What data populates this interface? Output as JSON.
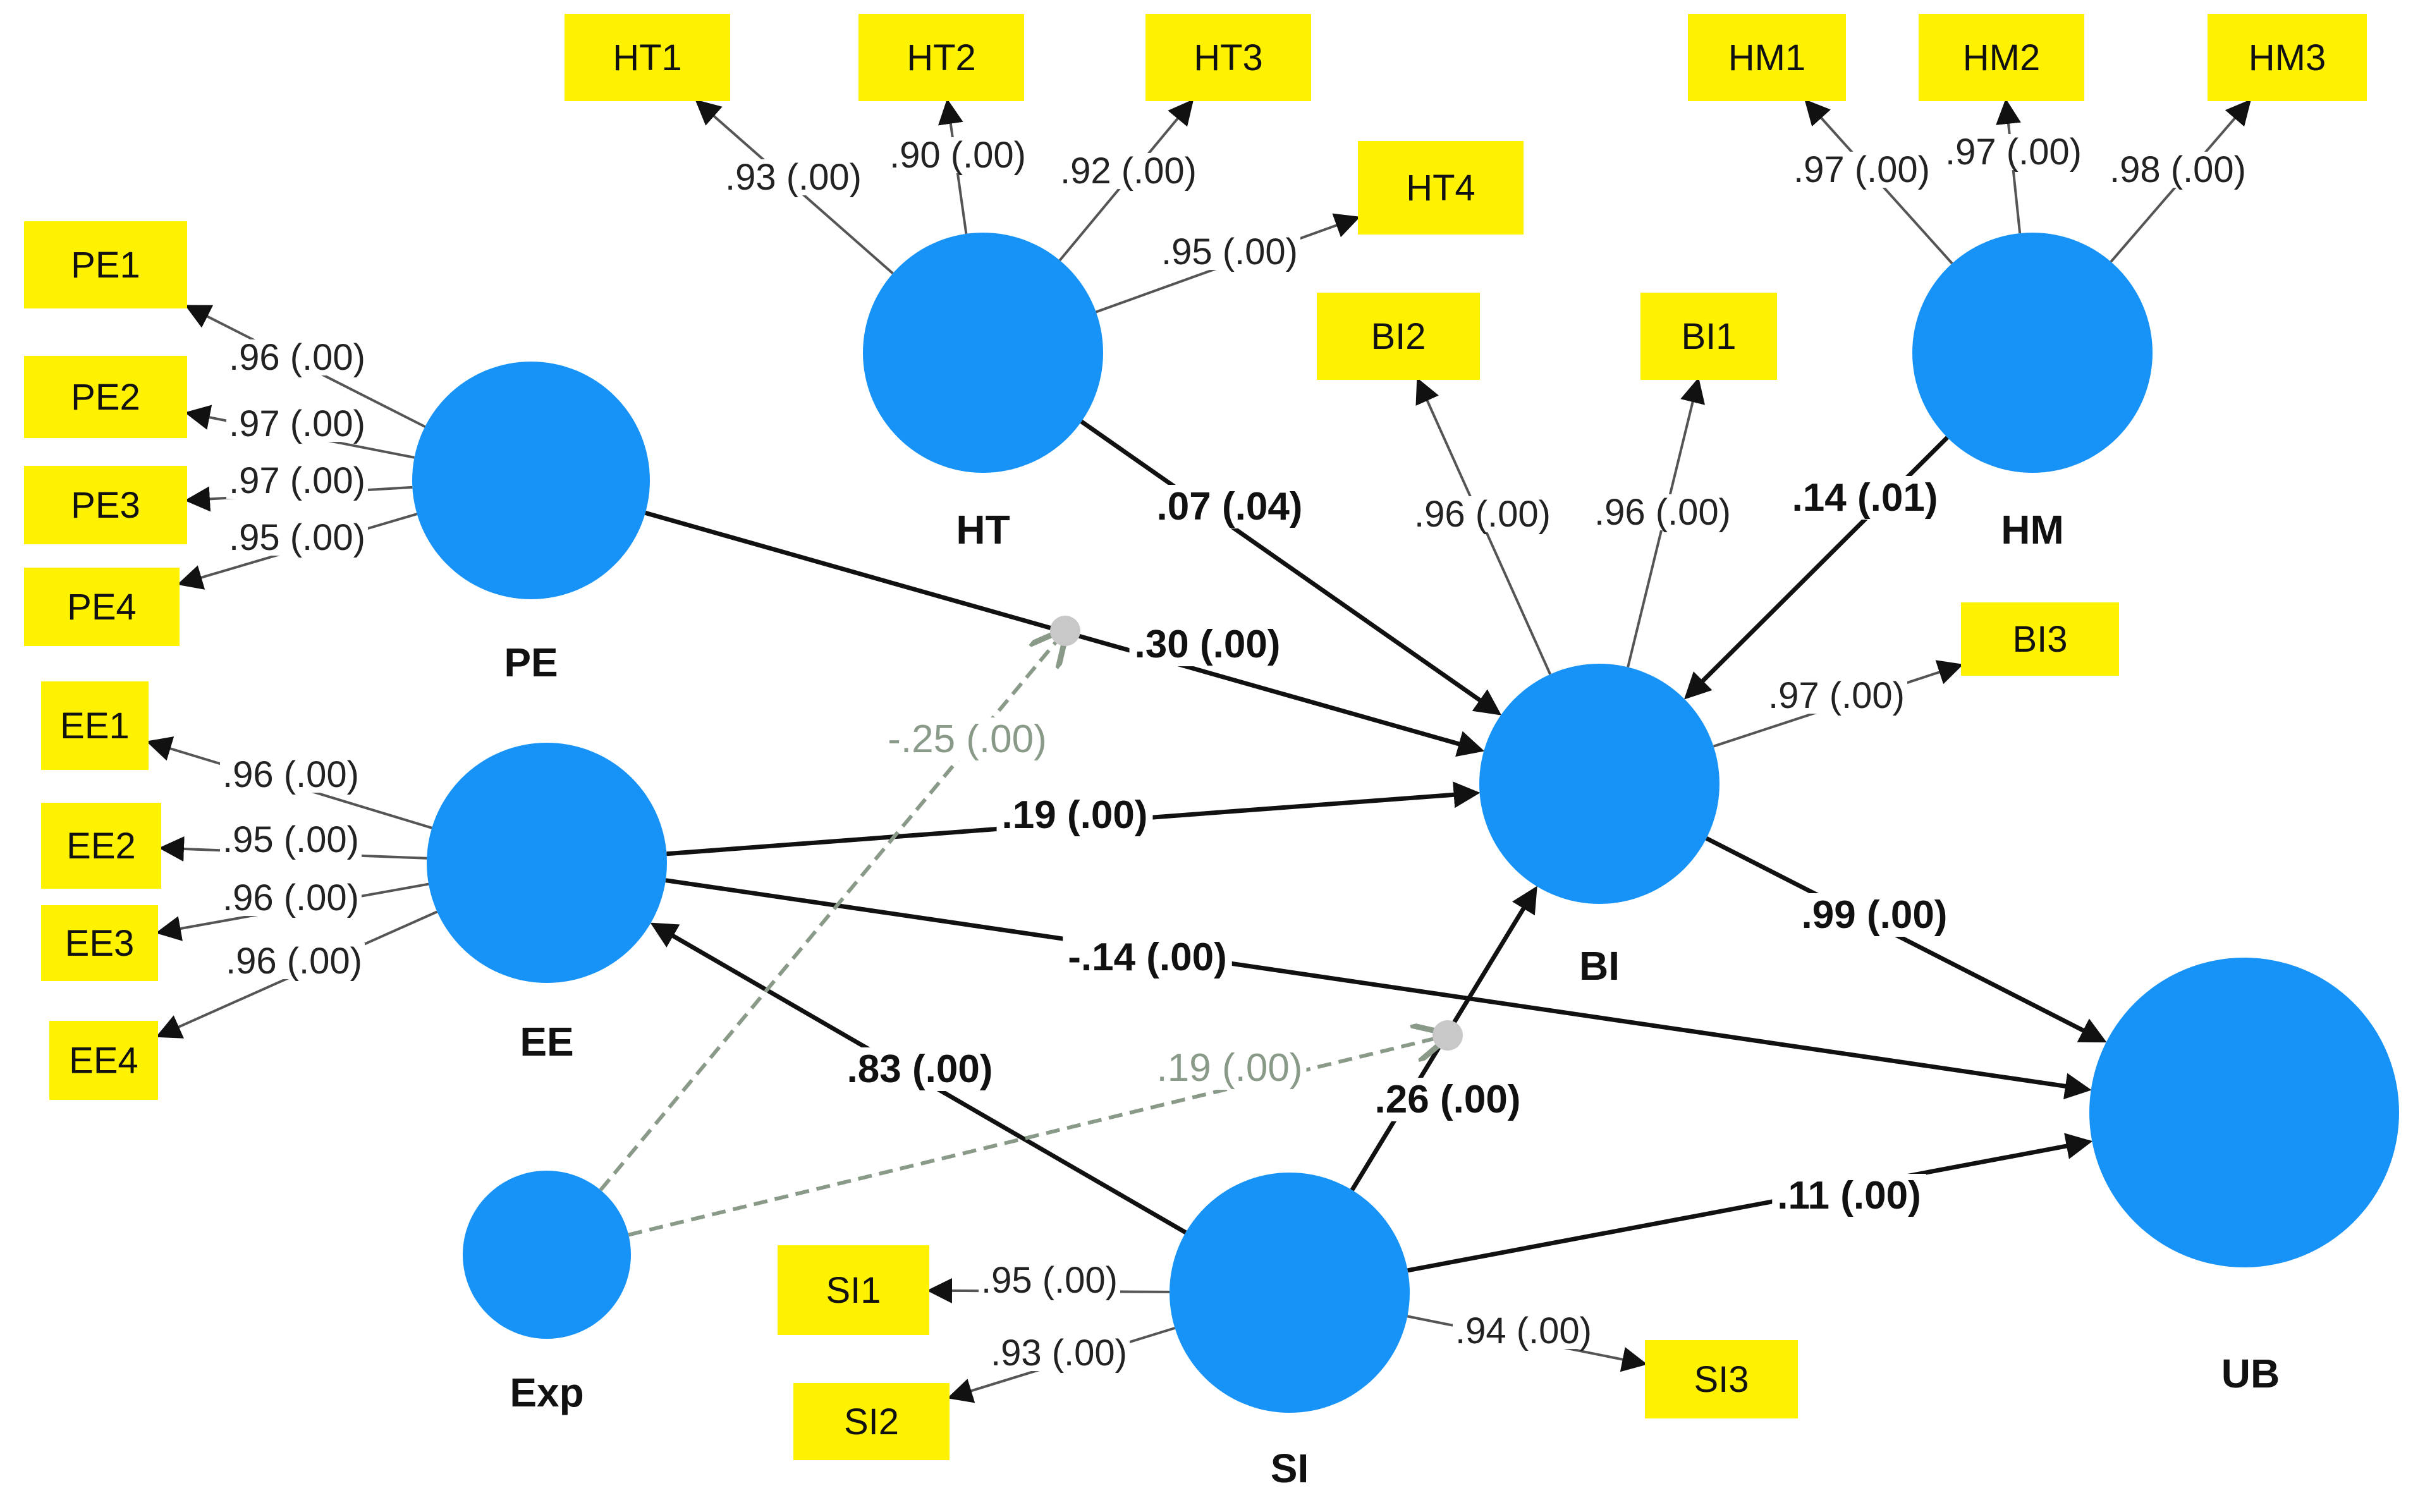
{
  "colors": {
    "latent": "#1793f8",
    "indicator_fill": "#fff200",
    "indicator_text": "#111111",
    "path": "#111111",
    "loading_line": "#555555",
    "moderation": "#8a9a88"
  },
  "latents": [
    {
      "id": "PE",
      "label": "PE"
    },
    {
      "id": "EE",
      "label": "EE"
    },
    {
      "id": "HT",
      "label": "HT"
    },
    {
      "id": "BI",
      "label": "BI"
    },
    {
      "id": "HM",
      "label": "HM"
    },
    {
      "id": "Exp",
      "label": "Exp"
    },
    {
      "id": "SI",
      "label": "SI"
    },
    {
      "id": "UB",
      "label": "UB"
    }
  ],
  "indicators": [
    {
      "id": "PE1",
      "label": "PE1",
      "latent": "PE",
      "loading": ".96 (.00)"
    },
    {
      "id": "PE2",
      "label": "PE2",
      "latent": "PE",
      "loading": ".97 (.00)"
    },
    {
      "id": "PE3",
      "label": "PE3",
      "latent": "PE",
      "loading": ".97 (.00)"
    },
    {
      "id": "PE4",
      "label": "PE4",
      "latent": "PE",
      "loading": ".95 (.00)"
    },
    {
      "id": "EE1",
      "label": "EE1",
      "latent": "EE",
      "loading": ".96 (.00)"
    },
    {
      "id": "EE2",
      "label": "EE2",
      "latent": "EE",
      "loading": ".95 (.00)"
    },
    {
      "id": "EE3",
      "label": "EE3",
      "latent": "EE",
      "loading": ".96 (.00)"
    },
    {
      "id": "EE4",
      "label": "EE4",
      "latent": "EE",
      "loading": ".96 (.00)"
    },
    {
      "id": "HT1",
      "label": "HT1",
      "latent": "HT",
      "loading": ".93 (.00)"
    },
    {
      "id": "HT2",
      "label": "HT2",
      "latent": "HT",
      "loading": ".90 (.00)"
    },
    {
      "id": "HT3",
      "label": "HT3",
      "latent": "HT",
      "loading": ".92 (.00)"
    },
    {
      "id": "HT4",
      "label": "HT4",
      "latent": "HT",
      "loading": ".95 (.00)"
    },
    {
      "id": "HM1",
      "label": "HM1",
      "latent": "HM",
      "loading": ".97 (.00)"
    },
    {
      "id": "HM2",
      "label": "HM2",
      "latent": "HM",
      "loading": ".97 (.00)"
    },
    {
      "id": "HM3",
      "label": "HM3",
      "latent": "HM",
      "loading": ".98 (.00)"
    },
    {
      "id": "BI1",
      "label": "BI1",
      "latent": "BI",
      "loading": ".96 (.00)"
    },
    {
      "id": "BI2",
      "label": "BI2",
      "latent": "BI",
      "loading": ".96 (.00)"
    },
    {
      "id": "BI3",
      "label": "BI3",
      "latent": "BI",
      "loading": ".97 (.00)"
    },
    {
      "id": "SI1",
      "label": "SI1",
      "latent": "SI",
      "loading": ".95 (.00)"
    },
    {
      "id": "SI2",
      "label": "SI2",
      "latent": "SI",
      "loading": ".93 (.00)"
    },
    {
      "id": "SI3",
      "label": "SI3",
      "latent": "SI",
      "loading": ".94 (.00)"
    }
  ],
  "paths": [
    {
      "from": "PE",
      "to": "BI",
      "label": ".30 (.00)"
    },
    {
      "from": "EE",
      "to": "BI",
      "label": ".19 (.00)"
    },
    {
      "from": "EE",
      "to": "UB",
      "label": "-.14 (.00)"
    },
    {
      "from": "HT",
      "to": "BI",
      "label": ".07 (.04)"
    },
    {
      "from": "HM",
      "to": "BI",
      "label": ".14 (.01)"
    },
    {
      "from": "BI",
      "to": "UB",
      "label": ".99 (.00)"
    },
    {
      "from": "SI",
      "to": "BI",
      "label": ".26 (.00)"
    },
    {
      "from": "SI",
      "to": "EE",
      "label": ".83 (.00)"
    },
    {
      "from": "SI",
      "to": "UB",
      "label": ".11 (.00)"
    }
  ],
  "moderations": [
    {
      "from": "Exp",
      "target_path": "PE-BI",
      "label": "-.25 (.00)"
    },
    {
      "from": "Exp",
      "target_path": "SI-BI",
      "label": ".19 (.00)"
    }
  ]
}
